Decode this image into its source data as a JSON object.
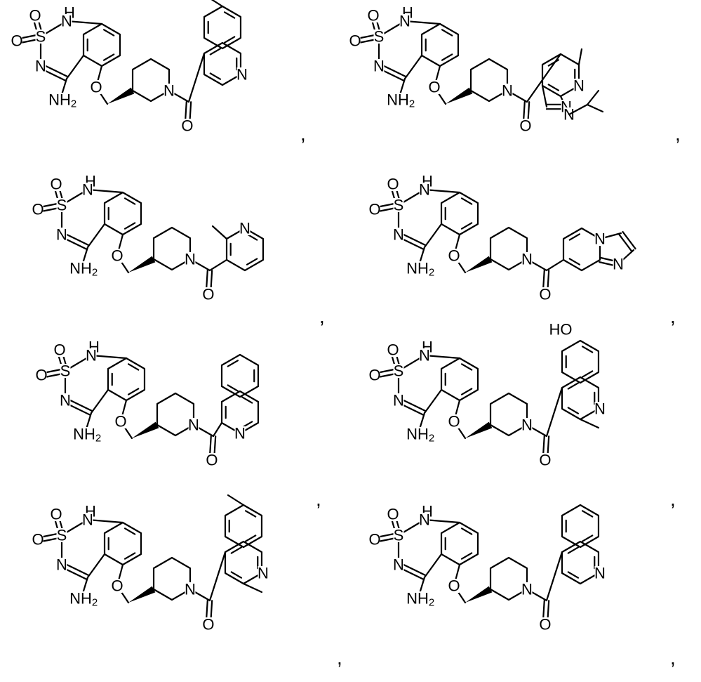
{
  "structures": [
    {
      "id": 1,
      "separator": ",",
      "core_labels": {
        "sulfonyl_oxygen_top": "O",
        "sulfonyl_oxygen_left": "O",
        "sulfur": "S",
        "sulfonamide_nh": "H",
        "ring_n_bottom": "N",
        "amine": "NH",
        "amine_subscript": "2",
        "ether_oxygen": "O",
        "piperidine_n": "N",
        "carbonyl_oxygen": "O"
      },
      "substituent": {
        "ring": "quinoline",
        "labels": [
          "N"
        ]
      }
    },
    {
      "id": 2,
      "separator": ",",
      "core_labels": {
        "sulfonyl_oxygen_top": "O",
        "sulfonyl_oxygen_left": "O",
        "sulfur": "S",
        "sulfonamide_nh": "H",
        "ring_n_bottom": "N",
        "amine": "NH",
        "amine_subscript": "2",
        "ether_oxygen": "O",
        "piperidine_n": "N",
        "carbonyl_oxygen": "O"
      },
      "substituent": {
        "ring": "pyrazolopyridine",
        "labels": [
          "N",
          "N",
          "N"
        ]
      }
    },
    {
      "id": 3,
      "separator": ",",
      "core_labels": {
        "sulfonyl_oxygen_top": "O",
        "sulfonyl_oxygen_left": "O",
        "sulfur": "S",
        "sulfonamide_nh": "H",
        "ring_n_bottom": "N",
        "amine": "NH",
        "amine_subscript": "2",
        "ether_oxygen": "O",
        "piperidine_n": "N",
        "carbonyl_oxygen": "O"
      },
      "substituent": {
        "ring": "methylpyridine",
        "labels": [
          "N"
        ]
      }
    },
    {
      "id": 4,
      "separator": ",",
      "core_labels": {
        "sulfonyl_oxygen_top": "O",
        "sulfonyl_oxygen_left": "O",
        "sulfur": "S",
        "sulfonamide_nh": "H",
        "ring_n_bottom": "N",
        "amine": "NH",
        "amine_subscript": "2",
        "ether_oxygen": "O",
        "piperidine_n": "N",
        "carbonyl_oxygen": "O"
      },
      "substituent": {
        "ring": "imidazopyridine",
        "labels": [
          "N",
          "N"
        ]
      }
    },
    {
      "id": 5,
      "separator": ",",
      "core_labels": {
        "sulfonyl_oxygen_top": "O",
        "sulfonyl_oxygen_left": "O",
        "sulfur": "S",
        "sulfonamide_nh": "H",
        "ring_n_bottom": "N",
        "amine": "NH",
        "amine_subscript": "2",
        "ether_oxygen": "O",
        "piperidine_n": "N",
        "carbonyl_oxygen": "O"
      },
      "substituent": {
        "ring": "isoquinoline",
        "labels": [
          "N"
        ]
      }
    },
    {
      "id": 6,
      "separator": ",",
      "core_labels": {
        "sulfonyl_oxygen_top": "O",
        "sulfonyl_oxygen_left": "O",
        "sulfur": "S",
        "sulfonamide_nh": "H",
        "ring_n_bottom": "N",
        "amine": "NH",
        "amine_subscript": "2",
        "ether_oxygen": "O",
        "piperidine_n": "N",
        "carbonyl_oxygen": "O"
      },
      "substituent": {
        "ring": "hydroxy-methylquinoline",
        "labels": [
          "N",
          "HO"
        ]
      }
    },
    {
      "id": 7,
      "separator": ",",
      "core_labels": {
        "sulfonyl_oxygen_top": "O",
        "sulfonyl_oxygen_left": "O",
        "sulfur": "S",
        "sulfonamide_nh": "H",
        "ring_n_bottom": "N",
        "amine": "NH",
        "amine_subscript": "2",
        "ether_oxygen": "O",
        "piperidine_n": "N",
        "carbonyl_oxygen": "O"
      },
      "substituent": {
        "ring": "dimethylquinoline",
        "labels": [
          "N"
        ]
      }
    },
    {
      "id": 8,
      "separator": ",",
      "core_labels": {
        "sulfonyl_oxygen_top": "O",
        "sulfonyl_oxygen_left": "O",
        "sulfur": "S",
        "sulfonamide_nh": "H",
        "ring_n_bottom": "N",
        "amine": "NH",
        "amine_subscript": "2",
        "ether_oxygen": "O",
        "piperidine_n": "N",
        "carbonyl_oxygen": "O"
      },
      "substituent": {
        "ring": "methylquinoline",
        "labels": [
          "N"
        ]
      }
    }
  ]
}
